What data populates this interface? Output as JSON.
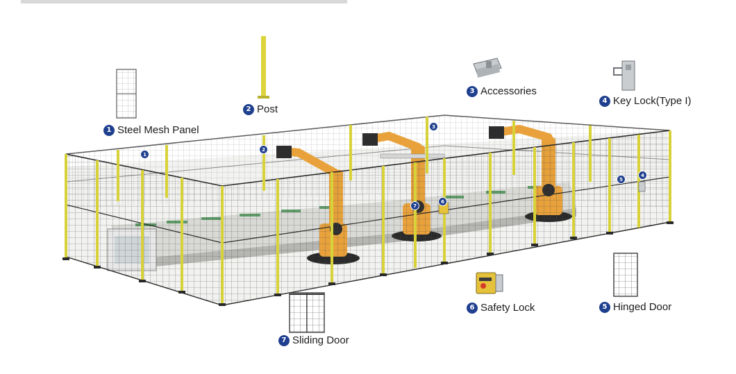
{
  "components": [
    {
      "number": "1",
      "label": "Steel Mesh Panel",
      "icon": "steel-mesh-panel-icon"
    },
    {
      "number": "2",
      "label": "Post",
      "icon": "yellow-post-icon"
    },
    {
      "number": "3",
      "label": "Accessories",
      "icon": "bracket-accessory-icon"
    },
    {
      "number": "4",
      "label": "Key Lock(Type I)",
      "icon": "key-lock-icon"
    },
    {
      "number": "5",
      "label": "Hinged Door",
      "icon": "hinged-door-icon"
    },
    {
      "number": "6",
      "label": "Safety Lock",
      "icon": "safety-lock-icon"
    },
    {
      "number": "7",
      "label": "Sliding Door",
      "icon": "sliding-door-icon"
    }
  ],
  "fence_markers": [
    "1",
    "2",
    "3",
    "4",
    "5",
    "6",
    "7"
  ],
  "colors": {
    "badge": "#1f3f8f",
    "post_yellow": "#d8d23a",
    "mesh_gray": "#3a3a3a",
    "robot_orange": "#e9a23b"
  }
}
